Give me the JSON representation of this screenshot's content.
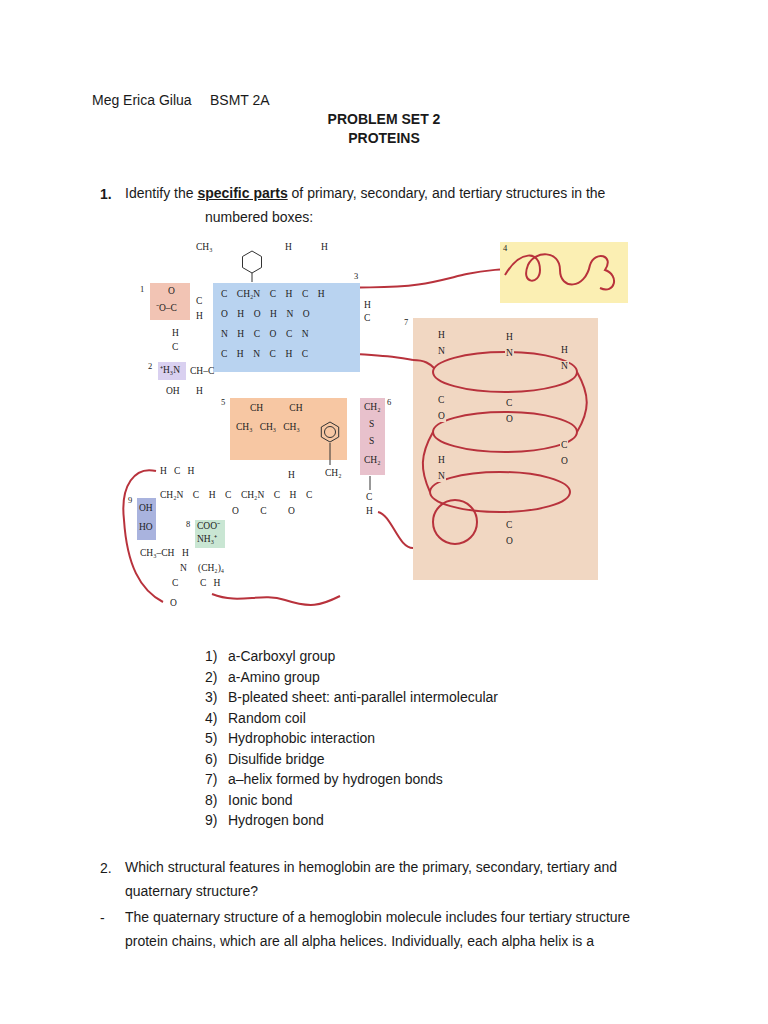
{
  "diagram": {
    "nodes": [
      {
        "text": [
          "1",
          "O",
          "⁻O–C"
        ]
      },
      {
        "text": [
          "2",
          "⁺H₃N"
        ]
      },
      {
        "text": [
          "3",
          "C    CH₂N    C    H    C    H",
          "O    H    O    H    N    O",
          "N    H    C    O    C    N",
          "C    H    N    C    H    C"
        ]
      },
      {
        "text": [
          "4"
        ]
      },
      {
        "text": [
          "5",
          "CH           CH",
          "CH₃   CH₃   CH₃"
        ]
      },
      {
        "text": [
          "6",
          "CH₂",
          "S",
          "S",
          "CH₂"
        ]
      },
      {
        "text": [
          "7",
          "H",
          "N",
          "C",
          "O",
          "H",
          "N",
          "C",
          "O",
          "H",
          "N",
          "C",
          "O",
          "H",
          "N",
          "C",
          "O"
        ]
      },
      {
        "text": [
          "8",
          "COO⁻",
          "NH₃⁺"
        ]
      },
      {
        "text": [
          "9",
          "OH",
          "HO"
        ]
      }
    ],
    "edges": [
      {
        "from": 2,
        "to": 3,
        "arrow": "none"
      },
      {
        "from": 2,
        "to": 6,
        "arrow": "none"
      }
    ],
    "labels": [
      "Meg Erica Gilua",
      "BSMT 2A",
      "PROBLEM SET 2",
      "PROTEINS",
      "1.",
      "Identify the",
      "specific parts",
      "of primary, secondary, and tertiary structures in the numbered boxes:",
      "1)",
      "a-Carboxyl group",
      "2)",
      "a-Amino group",
      "3)",
      "B-pleated sheet: anti-parallel intermolecular",
      "4)",
      "Random coil",
      "5)",
      "Hydrophobic interaction",
      "6)",
      "Disulfide bridge",
      "7)",
      "a–helix formed by hydrogen bonds",
      "8)",
      "Ionic bond",
      "9)",
      "Hydrogen bond",
      "2.",
      "Which structural features in hemoglobin are the primary, secondary, tertiary and quaternary structure?",
      "-",
      "The quaternary structure of a hemoglobin molecule includes four tertiary structure protein chains, which are all alpha helices. Individually, each alpha helix is a",
      "CH₃",
      "H",
      "H",
      "H",
      "C",
      "C",
      "H",
      "H",
      "C",
      "CH–C",
      "OH",
      "H",
      "H   C   H",
      "CH₂N    C    H    C    CH₂N    C    H    C",
      "H",
      "CH₂",
      "C",
      "H",
      "O         C         O",
      "CH₃–CH",
      "H",
      "N",
      "(CH₂)₄",
      "C",
      "C   H",
      "O"
    ]
  }
}
